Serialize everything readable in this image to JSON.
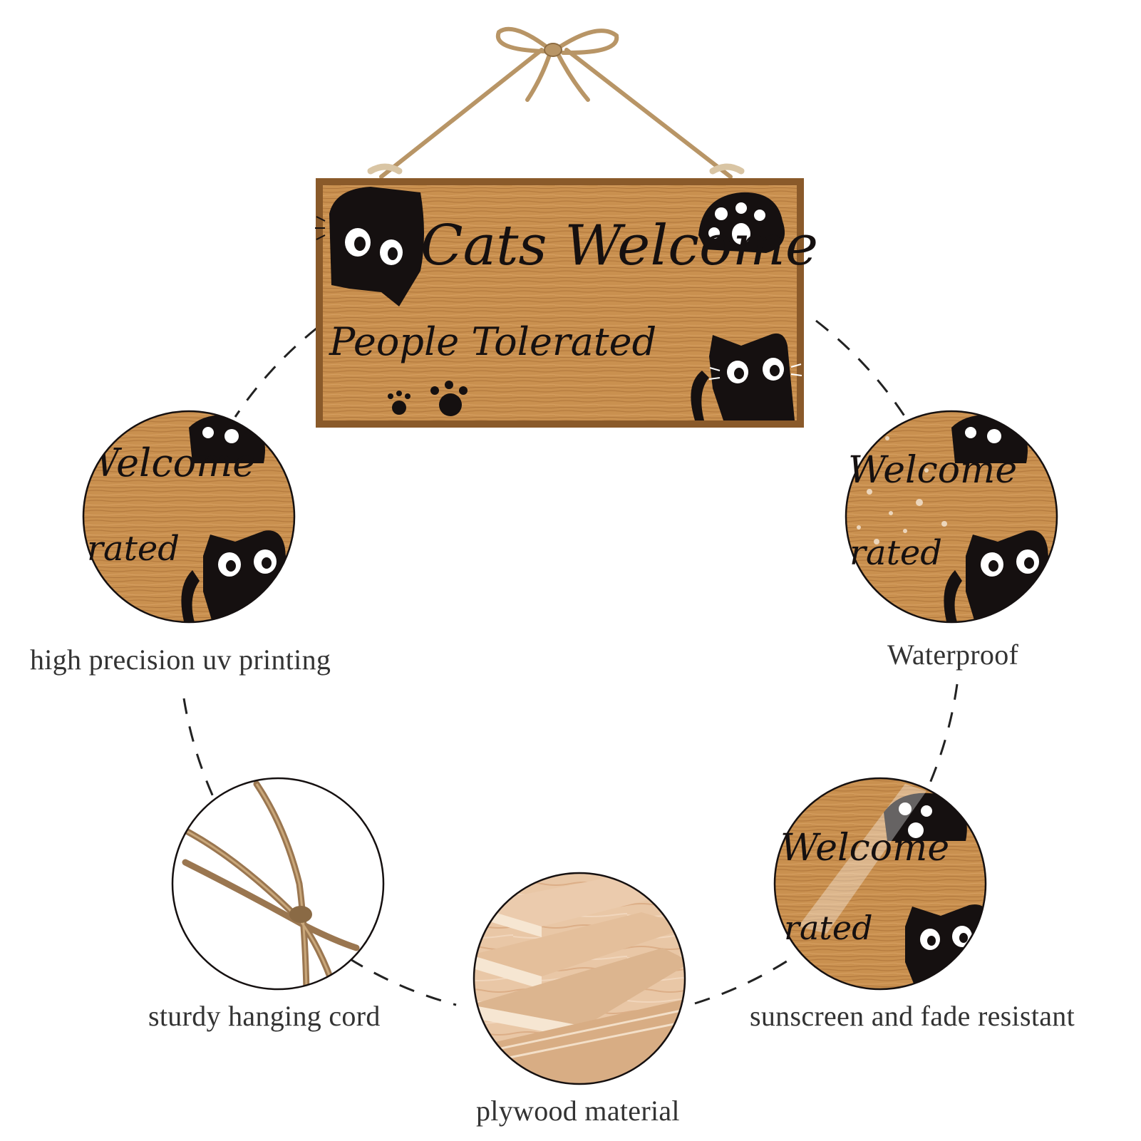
{
  "sign": {
    "line1": "Cats Welcome",
    "line2": "People Tolerated"
  },
  "features": [
    {
      "label": "high precision uv printing",
      "icon": "uv-print-detail"
    },
    {
      "label": "Waterproof",
      "icon": "water-drops-detail"
    },
    {
      "label": "sturdy hanging cord",
      "icon": "jute-cord-detail"
    },
    {
      "label": "plywood material",
      "icon": "plywood-layers-detail"
    },
    {
      "label": "sunscreen and fade resistant",
      "icon": "sun-glare-detail"
    }
  ],
  "detail_text": {
    "welcome_fragment": "Welcome",
    "tolerated_fragment": "rated"
  },
  "colors": {
    "wood": "#c58a4f",
    "wood_dark": "#a06a35",
    "frame": "#8a5a2a",
    "ink": "#151010",
    "cord": "#b89566",
    "dash": "#222222"
  }
}
